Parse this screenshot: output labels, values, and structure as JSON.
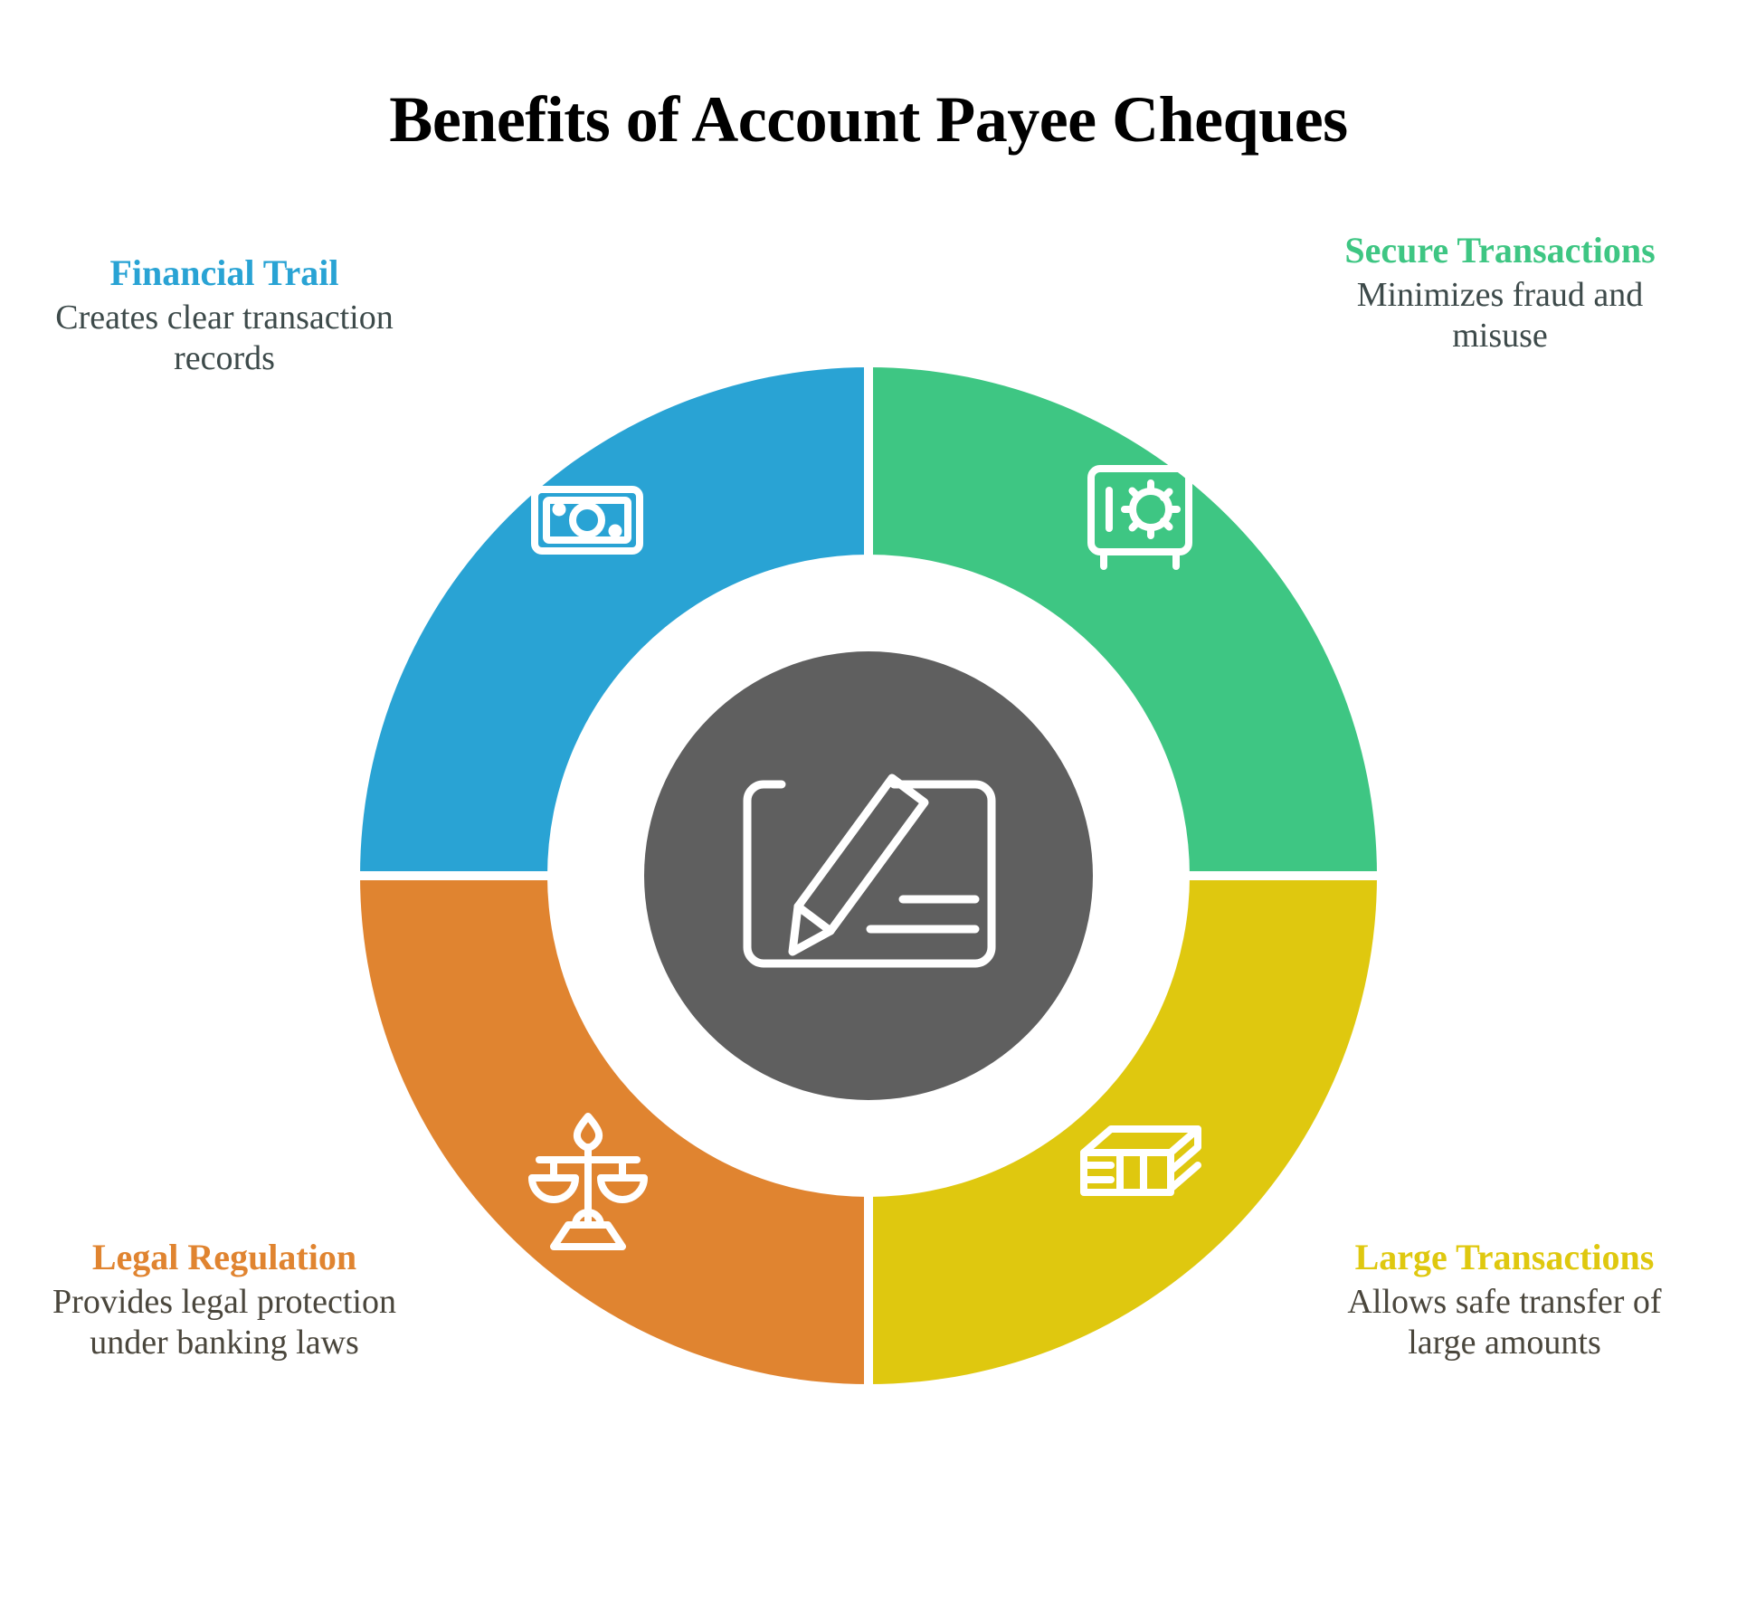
{
  "title": "Benefits of Account Payee Cheques",
  "center": {
    "icon": "cheque-with-pen-icon",
    "color": "#5F5F5F"
  },
  "segments": [
    {
      "id": "financial-trail",
      "heading": "Financial Trail",
      "description": "Creates clear transaction records",
      "color": "#29A3D4",
      "icon": "banknote-icon",
      "position": "top-left"
    },
    {
      "id": "secure-transactions",
      "heading": "Secure Transactions",
      "description": "Minimizes fraud and misuse",
      "color": "#3EC683",
      "icon": "safe-vault-icon",
      "position": "top-right"
    },
    {
      "id": "large-transactions",
      "heading": "Large Transactions",
      "description": "Allows safe transfer of large amounts",
      "color": "#DFC80F",
      "icon": "money-stack-icon",
      "position": "bottom-right"
    },
    {
      "id": "legal-regulation",
      "heading": "Legal Regulation",
      "description": "Provides legal protection under banking laws",
      "color": "#E08430",
      "icon": "scales-of-justice-icon",
      "position": "bottom-left"
    }
  ],
  "chart_data": {
    "type": "pie",
    "title": "Benefits of Account Payee Cheques",
    "categories": [
      "Financial Trail",
      "Secure Transactions",
      "Large Transactions",
      "Legal Regulation"
    ],
    "values": [
      25,
      25,
      25,
      25
    ],
    "colors": [
      "#29A3D4",
      "#3EC683",
      "#DFC80F",
      "#E08430"
    ],
    "legend": "inline-labels",
    "grid": false,
    "notes": "Equal-quarter donut ring, four segments, white gaps, gray hub with cheque icon"
  }
}
